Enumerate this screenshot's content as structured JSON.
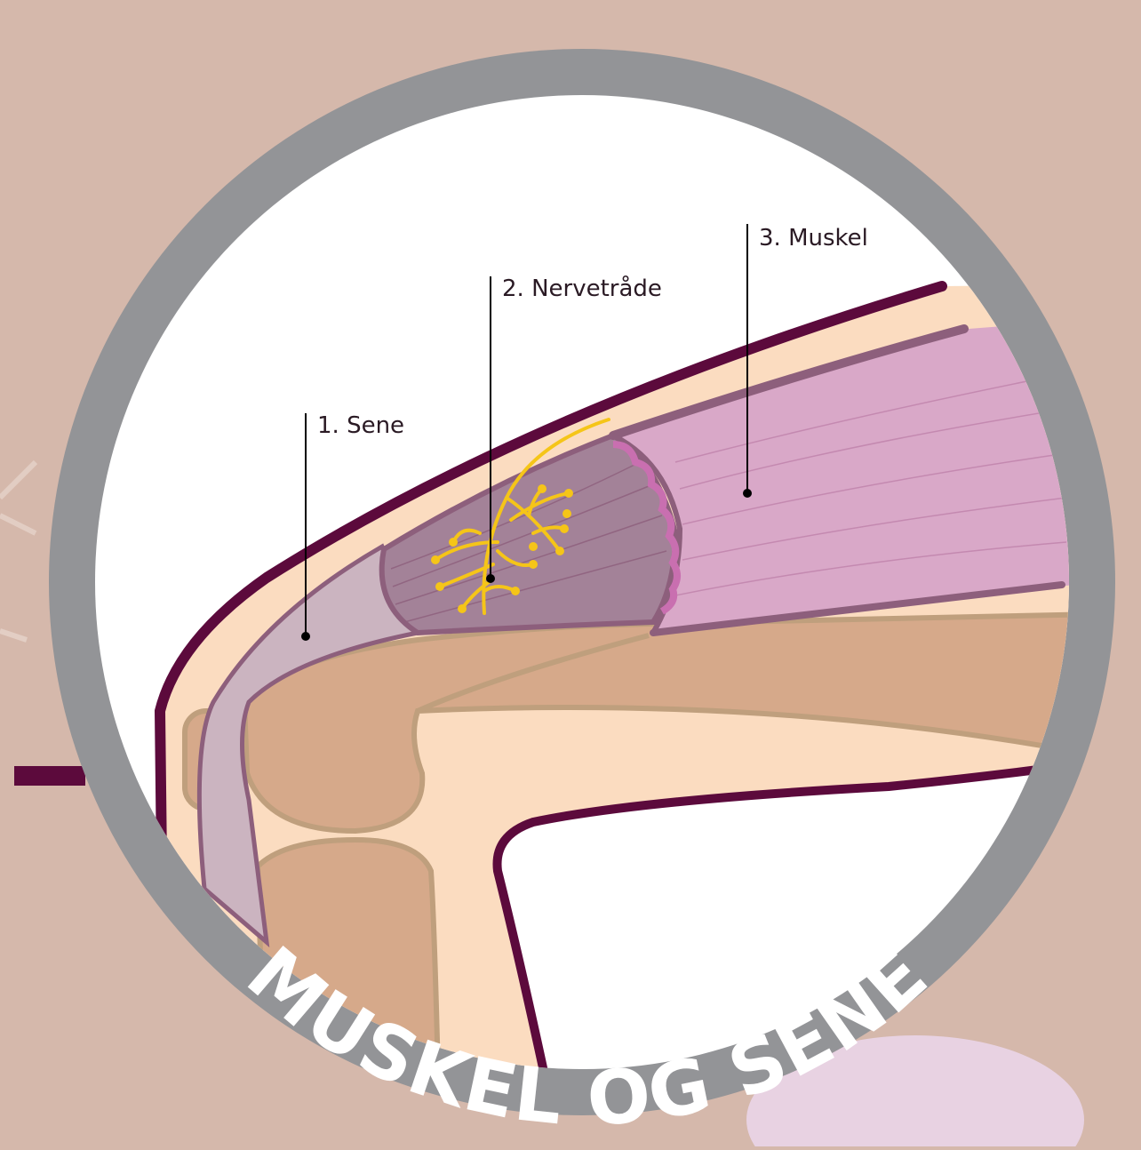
{
  "title": "MUSKEL OG SENE",
  "labels": [
    {
      "id": "sene",
      "text": "1. Sene"
    },
    {
      "id": "nervetrade",
      "text": "2. Nervetråde"
    },
    {
      "id": "muskel",
      "text": "3. Muskel"
    }
  ],
  "colors": {
    "background": "#d5b8ab",
    "ring": "#939497",
    "skin_outline": "#5c0a3c",
    "skin": "#fbdcc0",
    "bone": "#d6a98a",
    "bone_outline": "#bf9f7d",
    "tendon": "#cbb4c0",
    "muscle_light": "#d9a8c8",
    "muscle_dark": "#a38298",
    "muscle_outline": "#8d5f7c",
    "nerve": "#f5c518",
    "accent_bar": "#5c0a3c"
  }
}
